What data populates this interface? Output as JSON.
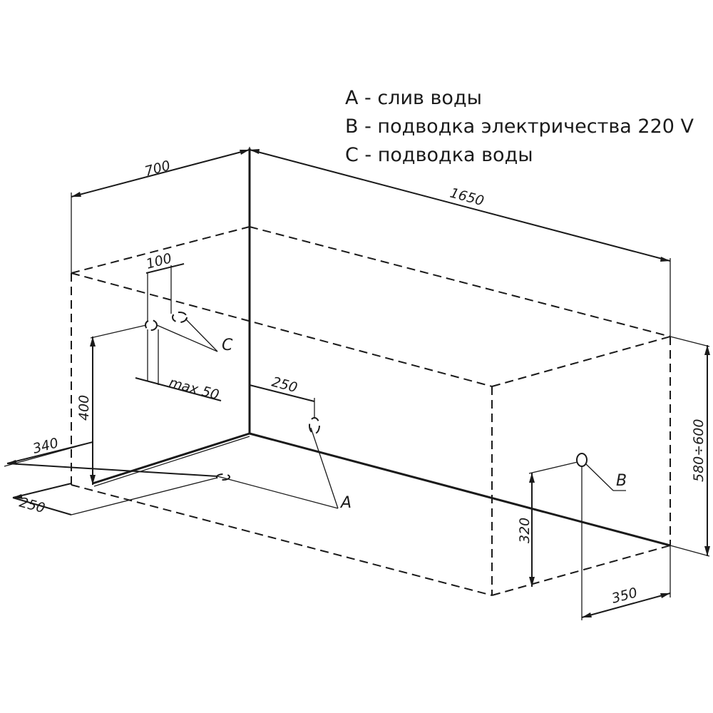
{
  "legend": {
    "a": "A - слив воды",
    "b": "B - подводка электричества 220 V",
    "c": "C - подводка воды"
  },
  "dimensions": {
    "d700": "700",
    "d1650": "1650",
    "d100": "100",
    "dmax50": "max 50",
    "d400": "400",
    "d250a": "250",
    "d340": "340",
    "d250b": "250",
    "d580": "580÷600",
    "d320": "320",
    "d350": "350"
  },
  "labels": {
    "a": "A",
    "b": "B",
    "c": "C"
  }
}
